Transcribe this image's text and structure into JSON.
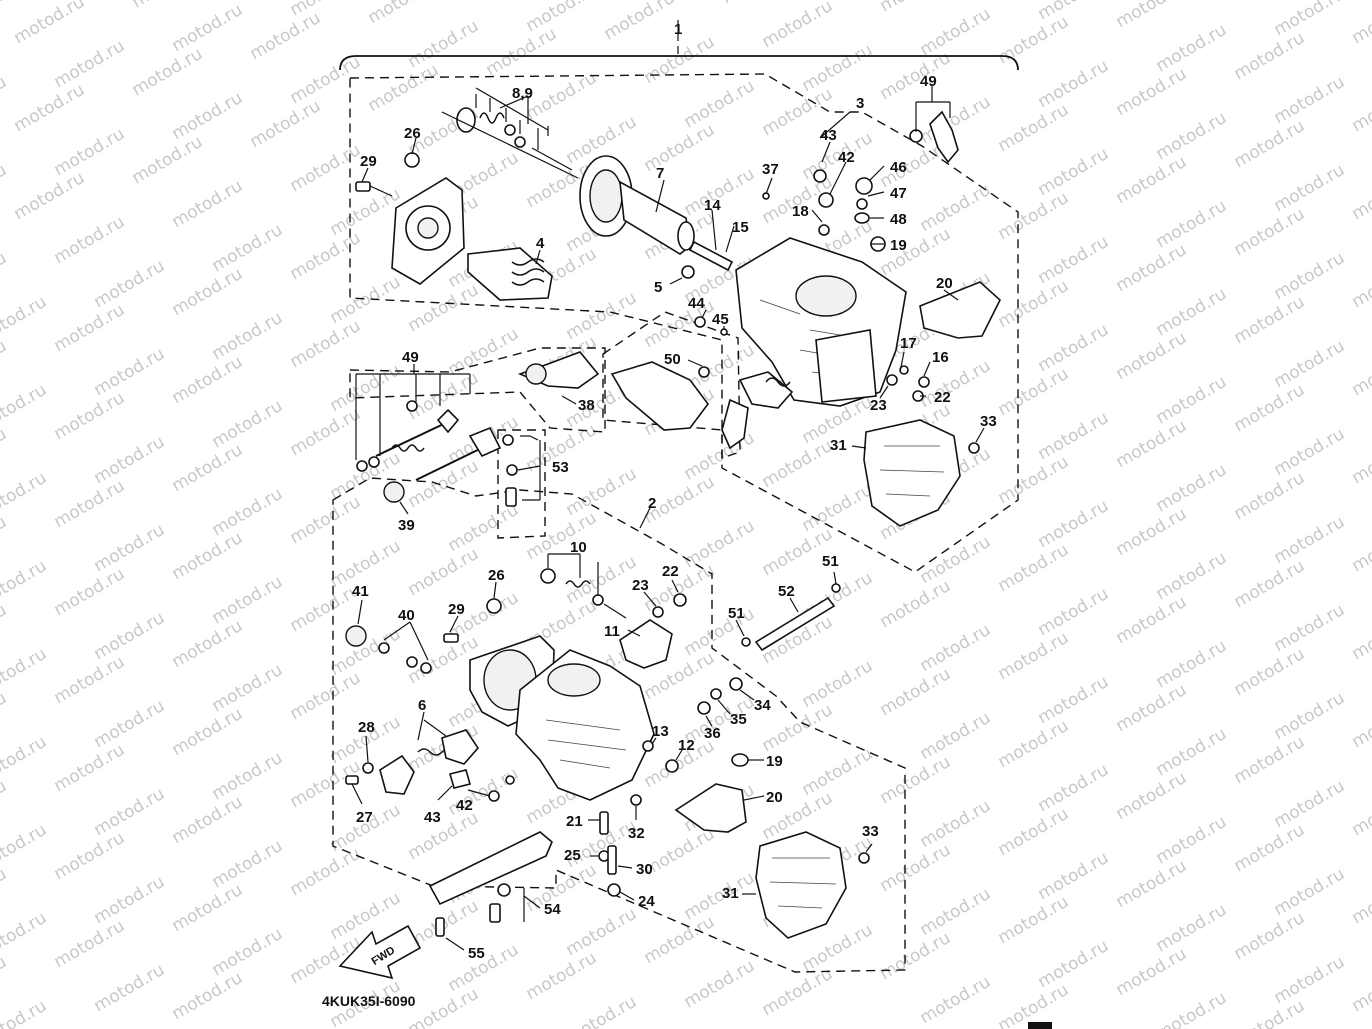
{
  "diagram_code": "4KUK35I-6090",
  "watermark": "motod.ru",
  "fwd_label": "FWD",
  "top_marker": "1",
  "callouts": {
    "c1": "3",
    "c2": "49",
    "c3": "8,9",
    "c4": "26",
    "c5": "29",
    "c6": "7",
    "c7": "4",
    "c8": "43",
    "c9": "42",
    "c10": "37",
    "c11": "46",
    "c12": "47",
    "c13": "48",
    "c14": "18",
    "c15": "19",
    "c16": "14",
    "c17": "15",
    "c18": "5",
    "c19": "20",
    "c20": "44",
    "c21": "45",
    "c22": "17",
    "c23": "16",
    "c24": "50",
    "c25": "22",
    "c26": "23",
    "c27": "49",
    "c28": "38",
    "c29": "33",
    "c30": "31",
    "c31": "53",
    "c32": "39",
    "c33": "2",
    "c34": "10",
    "c35": "26",
    "c36": "23",
    "c37": "22",
    "c38": "51",
    "c39": "52",
    "c40": "51",
    "c41": "41",
    "c42": "40",
    "c43": "29",
    "c44": "11",
    "c45": "34",
    "c46": "35",
    "c47": "36",
    "c48": "6",
    "c49": "13",
    "c50": "12",
    "c51": "19",
    "c52": "28",
    "c53": "20",
    "c54": "27",
    "c55": "43",
    "c56": "42",
    "c57": "21",
    "c58": "32",
    "c59": "33",
    "c60": "25",
    "c61": "30",
    "c62": "31",
    "c63": "24",
    "c64": "54",
    "c65": "55"
  }
}
